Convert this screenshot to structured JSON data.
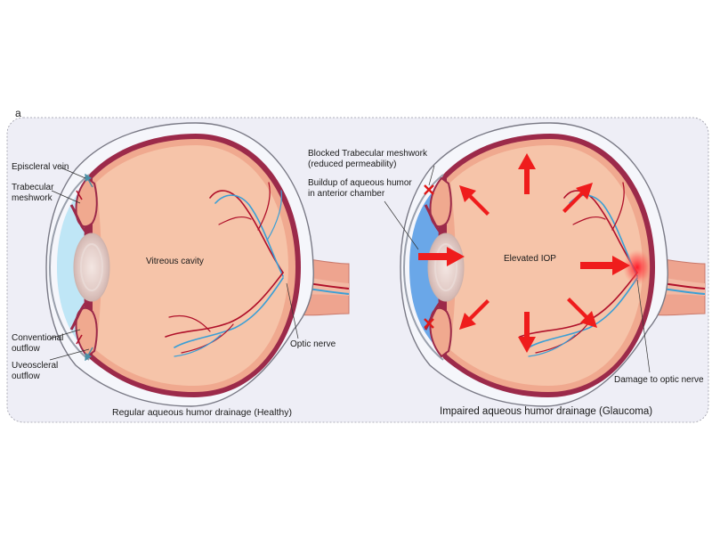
{
  "panel_letter": "a",
  "healthy": {
    "labels": {
      "episcleral_vein": "Episcleral vein",
      "trabecular_1": "Trabecular",
      "trabecular_2": "meshwork",
      "vitreous_cavity": "Vitreous cavity",
      "optic_nerve": "Optic nerve",
      "conventional_1": "Conventional",
      "conventional_2": "outflow",
      "uveoscleral_1": "Uveoscleral",
      "uveoscleral_2": "outflow"
    },
    "caption": "Regular aqueous humor drainage (Healthy)"
  },
  "glaucoma": {
    "labels": {
      "blocked_1": "Blocked Trabecular  meshwork",
      "blocked_2": "(reduced permeability)",
      "buildup_1": "Buildup of aqueous humor",
      "buildup_2": "in anterior chamber",
      "elevated_iop": "Elevated IOP",
      "damage": "Damage to optic nerve"
    },
    "caption": "Impaired aqueous humor drainage (Glaucoma)"
  },
  "colors": {
    "panel_bg": "#eeeef6",
    "sclera": "#f5f6fb",
    "choroid": "#9c2a4a",
    "retina": "#f4b9a0",
    "vitreous": "#f6c4a9",
    "aqueous_healthy": "#bfe6f6",
    "aqueous_glaucoma": "#6aa7e8",
    "artery": "#b0102a",
    "vein": "#3a9fd6",
    "pressure_arrow": "#ef1c1c"
  }
}
